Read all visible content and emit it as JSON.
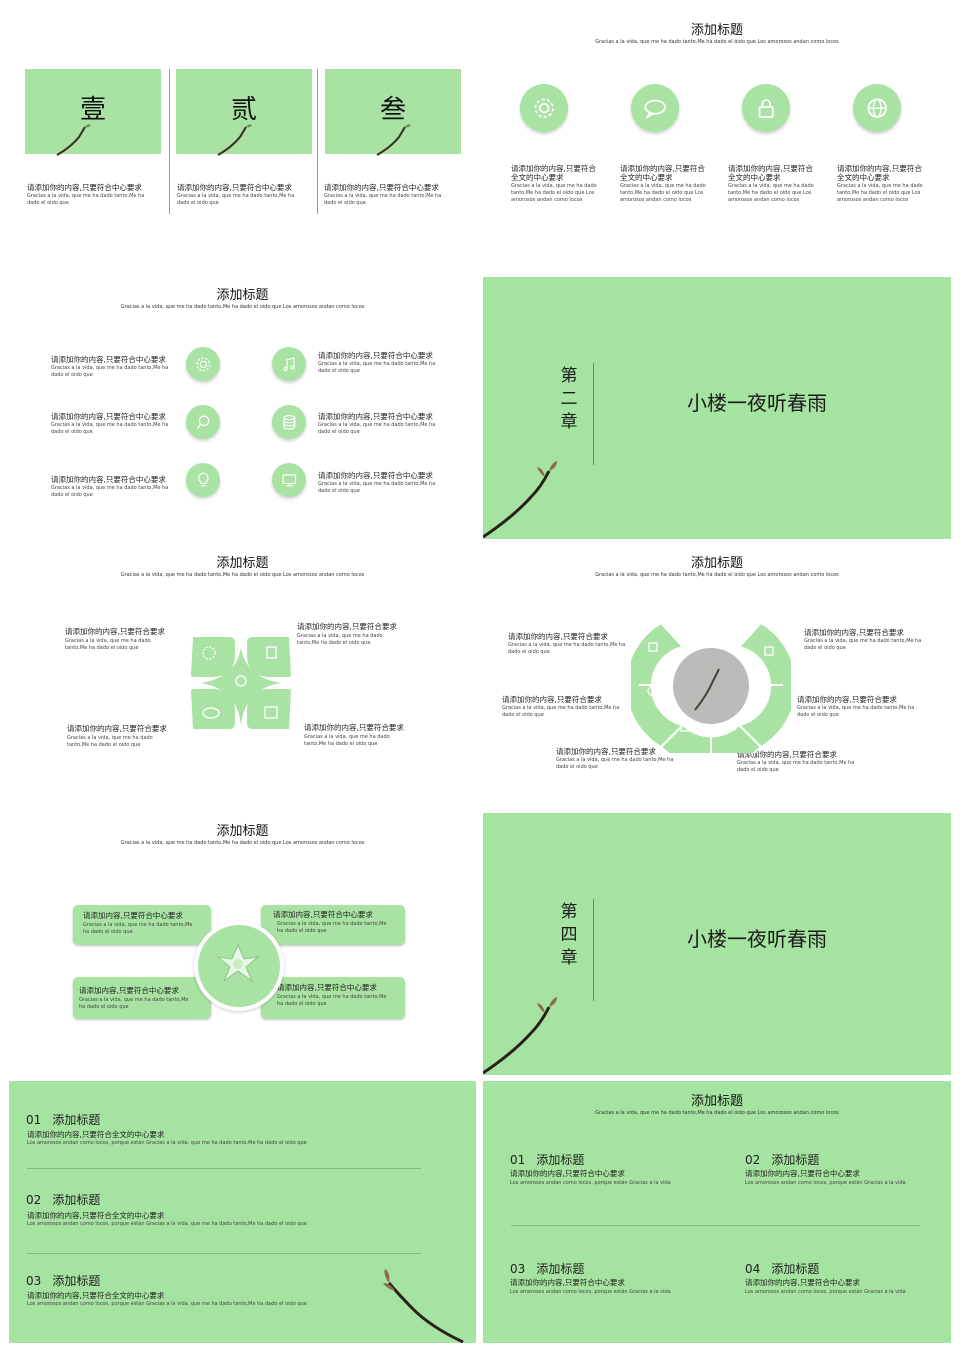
{
  "colors": {
    "green": "#a5e3a0",
    "white": "#ffffff",
    "text": "#222222"
  },
  "slide1": {
    "cards": [
      {
        "char": "壹",
        "heading": "请添加你的内容,只要符合中心要求",
        "body": "Gracias a la vida, que me ha dado tanto,Me ha dado el oido que"
      },
      {
        "char": "贰",
        "heading": "请添加你的内容,只要符合中心要求",
        "body": "Gracias a la vida, que me ha dado tanto,Me ha dado el oido que"
      },
      {
        "char": "叁",
        "heading": "请添加你的内容,只要符合中心要求",
        "body": "Gracias a la vida, que me ha dado tanto,Me ha dado el oido que"
      }
    ]
  },
  "slide2": {
    "title": "添加标题",
    "subtitle": "Gracias a la vida, que me ha dado tanto,Me ha dado el oido que Los amorosos andan como locos",
    "items": [
      {
        "icon": "gear-icon",
        "heading": "请添加你的内容,只要符合全文的中心要求",
        "body": "Gracias a la vida, que me ha dado tanto,Me ha dado el oido que Los amorosos andan como locos"
      },
      {
        "icon": "chat-icon",
        "heading": "请添加你的内容,只要符合全文的中心要求",
        "body": "Gracias a la vida, que me ha dado tanto,Me ha dado el oido que Los amorosos andan como locos"
      },
      {
        "icon": "lock-icon",
        "heading": "请添加你的内容,只要符合全文的中心要求",
        "body": "Gracias a la vida, que me ha dado tanto,Me ha dado el oido que Los amorosos andan como locos"
      },
      {
        "icon": "globe-icon",
        "heading": "请添加你的内容,只要符合全文的中心要求",
        "body": "Gracias a la vida, que me ha dado tanto,Me ha dado el oido que Los amorosos andan como locos"
      }
    ]
  },
  "slide3": {
    "title": "添加标题",
    "subtitle": "Gracias a la vida, que me ha dado tanto,Me ha dado el oido que Los amorosos andan como locos",
    "left": [
      {
        "icon": "gear-icon",
        "heading": "请添加你的内容,只要符合中心要求",
        "body": "Gracias a la vida, que me ha dado tanto,Me ha dado el oido que"
      },
      {
        "icon": "search-icon",
        "heading": "请添加你的内容,只要符合中心要求",
        "body": "Gracias a la vida, que me ha dado tanto,Me ha dado el oido que"
      },
      {
        "icon": "lightbulb-icon",
        "heading": "请添加你的内容,只要符合中心要求",
        "body": "Gracias a la vida, que me ha dado tanto,Me ha dado el oido que"
      }
    ],
    "right": [
      {
        "icon": "music-icon",
        "heading": "请添加你的内容,只要符合中心要求",
        "body": "Gracias a la vida, que me ha dado tanto,Me ha dado el oido que"
      },
      {
        "icon": "database-icon",
        "heading": "请添加你的内容,只要符合中心要求",
        "body": "Gracias a la vida, que me ha dado tanto,Me ha dado el oido que"
      },
      {
        "icon": "monitor-icon",
        "heading": "请添加你的内容,只要符合中心要求",
        "body": "Gracias a la vida, que me ha dado tanto,Me ha dado el oido que"
      }
    ]
  },
  "slide4": {
    "chapter": [
      "第",
      "二",
      "章"
    ],
    "poem": "小楼一夜听春雨"
  },
  "slide5": {
    "title": "添加标题",
    "subtitle": "Gracias a la vida, que me ha dado tanto,Me ha dado el oido que Los amorosos andan como locos",
    "items": [
      {
        "heading": "请添加你的内容,只要符合要求",
        "body": "Gracias a la vida, que me ha dado tanto,Me ha dado el oido que"
      },
      {
        "heading": "请添加你的内容,只要符合要求",
        "body": "Gracias a la vida, que me ha dado tanto,Me ha dado el oido que"
      },
      {
        "heading": "请添加你的内容,只要符合要求",
        "body": "Gracias a la vida, que me ha dado tanto,Me ha dado el oido que"
      },
      {
        "heading": "请添加你的内容,只要符合要求",
        "body": "Gracias a la vida, que me ha dado tanto,Me ha dado el oido que"
      }
    ]
  },
  "slide6": {
    "title": "添加标题",
    "subtitle": "Gracias a la vida, que me ha dado tanto,Me ha dado el oido que Los amorosos andan como locos",
    "items": [
      {
        "heading": "请添加你的内容,只要符合要求",
        "body": "Gracias a la vida, que me ha dado tanto,Me ha dado el oido que"
      },
      {
        "heading": "请添加你的内容,只要符合要求",
        "body": "Gracias a la vida, que me ha dado tanto,Me ha dado el oido que"
      },
      {
        "heading": "请添加你的内容,只要符合要求",
        "body": "Gracias a la vida, que me ha dado tanto,Me ha dado el oido que"
      },
      {
        "heading": "请添加你的内容,只要符合要求",
        "body": "Gracias a la vida, que me ha dado tanto,Me ha dado el oido que"
      },
      {
        "heading": "请添加你的内容,只要符合要求",
        "body": "Gracias a la vida, que me ha dado tanto,Me ha dado el oido que"
      },
      {
        "heading": "请添加你的内容,只要符合要求",
        "body": "Gracias a la vida, que me ha dado tanto,Me ha dado el oido que"
      }
    ]
  },
  "slide7": {
    "title": "添加标题",
    "subtitle": "Gracias a la vida, que me ha dado tanto,Me ha dado el oido que Los amorosos andan como locos",
    "boxes": [
      {
        "heading": "请添加内容,只要符合中心要求",
        "body": "Gracias a la vida, que me ha dado tanto,Me ha dado el oido que"
      },
      {
        "heading": "请添加内容,只要符合中心要求",
        "body": "Gracias a la vida, que me ha dado tanto,Me ha dado el oido que"
      },
      {
        "heading": "请添加内容,只要符合中心要求",
        "body": "Gracias a la vida, que me ha dado tanto,Me ha dado el oido que"
      },
      {
        "heading": "请添加内容,只要符合中心要求",
        "body": "Gracias a la vida, que me ha dado tanto,Me ha dado el oido que"
      }
    ]
  },
  "slide8": {
    "chapter": [
      "第",
      "四",
      "章"
    ],
    "poem": "小楼一夜听春雨"
  },
  "slide9": {
    "items": [
      {
        "num": "01",
        "title": "添加标题",
        "heading": "请添加你的内容,只要符合全文的中心要求",
        "body": "Los amorosos andan como locos, porque están Gracias a la vida, que me ha dado tanto,Me ha dado el oido que"
      },
      {
        "num": "02",
        "title": "添加标题",
        "heading": "请添加你的内容,只要符合全文的中心要求",
        "body": "Los amorosos andan como locos, porque están Gracias a la vida, que me ha dado tanto,Me ha dado el oido que"
      },
      {
        "num": "03",
        "title": "添加标题",
        "heading": "请添加你的内容,只要符合全文的中心要求",
        "body": "Los amorosos andan como locos, porque están Gracias a la vida, que me ha dado tanto,Me ha dado el oido que"
      }
    ]
  },
  "slide10": {
    "title": "添加标题",
    "subtitle": "Gracias a la vida, que me ha dado tanto,Me ha dado el oido que Los amorosos andan como locos",
    "items": [
      {
        "num": "01",
        "title": "添加标题",
        "heading": "请添加你的内容,只要符合中心要求",
        "body": "Los amorosos andan como locos, porque están Gracias a la vida"
      },
      {
        "num": "02",
        "title": "添加标题",
        "heading": "请添加你的内容,只要符合中心要求",
        "body": "Los amorosos andan como locos, porque están Gracias a la vida"
      },
      {
        "num": "03",
        "title": "添加标题",
        "heading": "请添加你的内容,只要符合中心要求",
        "body": "Los amorosos andan como locos, porque están Gracias a la vida"
      },
      {
        "num": "04",
        "title": "添加标题",
        "heading": "请添加你的内容,只要符合中心要求",
        "body": "Los amorosos andan como locos, porque están Gracias a la vida"
      }
    ]
  }
}
